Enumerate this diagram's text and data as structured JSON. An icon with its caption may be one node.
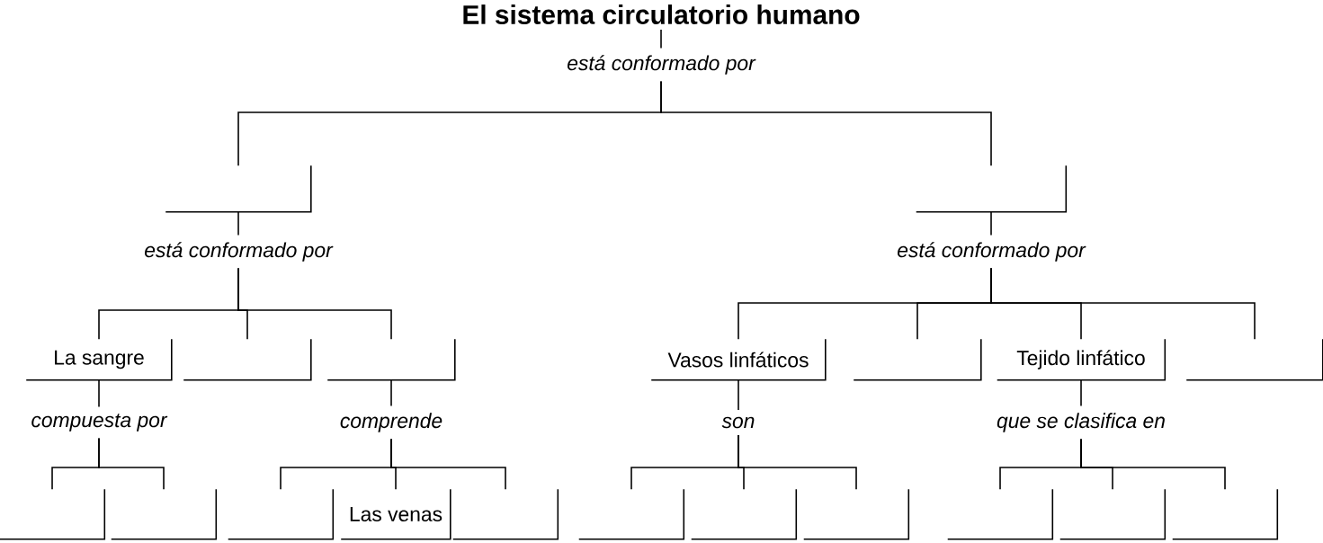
{
  "diagram": {
    "nodes": [
      {
        "text": [
          "El sistema circulatorio humano"
        ]
      },
      {
        "text": [
          "está conformado por"
        ]
      },
      {
        "text": [],
        "shape": "box"
      },
      {
        "text": [],
        "shape": "box"
      },
      {
        "text": [
          "está conformado por"
        ]
      },
      {
        "text": [
          "está conformado por"
        ]
      },
      {
        "text": [
          "La sangre"
        ]
      },
      {
        "text": [],
        "shape": "box"
      },
      {
        "text": [],
        "shape": "box"
      },
      {
        "text": [
          "Vasos linfáticos"
        ]
      },
      {
        "text": [],
        "shape": "box"
      },
      {
        "text": [
          "Tejido linfático"
        ]
      },
      {
        "text": [],
        "shape": "box"
      },
      {
        "text": [
          "compuesta por"
        ]
      },
      {
        "text": [
          "comprende"
        ]
      },
      {
        "text": [
          "son"
        ]
      },
      {
        "text": [
          "que se clasifica en"
        ]
      },
      {
        "text": [],
        "shape": "box"
      },
      {
        "text": [],
        "shape": "box"
      },
      {
        "text": [],
        "shape": "box"
      },
      {
        "text": [
          "Las venas"
        ]
      },
      {
        "text": [],
        "shape": "box"
      },
      {
        "text": [],
        "shape": "box"
      },
      {
        "text": [],
        "shape": "box"
      },
      {
        "text": [],
        "shape": "box"
      },
      {
        "text": [],
        "shape": "box"
      },
      {
        "text": [],
        "shape": "box"
      },
      {
        "text": [],
        "shape": "box"
      }
    ],
    "edges": [
      {
        "from": 0,
        "to": 1,
        "arrow": "none"
      },
      {
        "from": 1,
        "to": 2,
        "arrow": "none"
      },
      {
        "from": 1,
        "to": 3,
        "arrow": "none"
      },
      {
        "from": 2,
        "to": 4,
        "arrow": "none"
      },
      {
        "from": 3,
        "to": 5,
        "arrow": "none"
      },
      {
        "from": 4,
        "to": 6,
        "arrow": "none"
      },
      {
        "from": 4,
        "to": 7,
        "arrow": "none"
      },
      {
        "from": 4,
        "to": 8,
        "arrow": "none"
      },
      {
        "from": 5,
        "to": 9,
        "arrow": "none"
      },
      {
        "from": 5,
        "to": 10,
        "arrow": "none"
      },
      {
        "from": 5,
        "to": 11,
        "arrow": "none"
      },
      {
        "from": 5,
        "to": 12,
        "arrow": "none"
      },
      {
        "from": 6,
        "to": 13,
        "arrow": "none"
      },
      {
        "from": 8,
        "to": 14,
        "arrow": "none"
      },
      {
        "from": 9,
        "to": 15,
        "arrow": "none"
      },
      {
        "from": 11,
        "to": 16,
        "arrow": "none"
      },
      {
        "from": 13,
        "to": 17,
        "arrow": "none"
      },
      {
        "from": 13,
        "to": 18,
        "arrow": "none"
      },
      {
        "from": 14,
        "to": 19,
        "arrow": "none"
      },
      {
        "from": 14,
        "to": 20,
        "arrow": "none"
      },
      {
        "from": 14,
        "to": 21,
        "arrow": "none"
      },
      {
        "from": 15,
        "to": 22,
        "arrow": "none"
      },
      {
        "from": 15,
        "to": 23,
        "arrow": "none"
      },
      {
        "from": 15,
        "to": 24,
        "arrow": "none"
      },
      {
        "from": 16,
        "to": 25,
        "arrow": "none"
      },
      {
        "from": 16,
        "to": 26,
        "arrow": "none"
      },
      {
        "from": 16,
        "to": 27,
        "arrow": "none"
      }
    ]
  }
}
